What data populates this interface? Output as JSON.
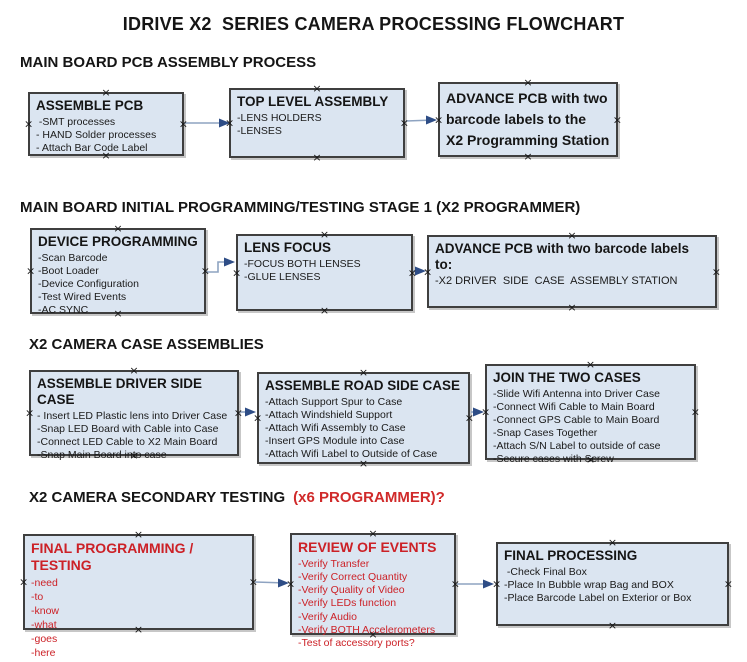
{
  "title": "IDRIVE X2  SERIES CAMERA PROCESSING FLOWCHART",
  "icons": {
    "connection_handle": "×"
  },
  "colors": {
    "box_fill": "#dbe5f1",
    "box_border": "#3f3f3f",
    "arrow_line": "#8ea3c1",
    "arrow_head": "#2e4d86",
    "red": "#cc2127",
    "heading_red": "#d02a2a"
  },
  "sections": {
    "s1": {
      "heading": "MAIN BOARD PCB ASSEMBLY PROCESS"
    },
    "s2": {
      "heading": "MAIN BOARD INITIAL PROGRAMMING/TESTING STAGE 1 (X2 PROGRAMMER)"
    },
    "s3": {
      "heading": "X2 CAMERA CASE ASSEMBLIES"
    },
    "s4": {
      "heading_black": "X2 CAMERA SECONDARY TESTING",
      "heading_red": "(x6 PROGRAMMER)?"
    }
  },
  "boxes": {
    "assemble_pcb": {
      "title": "ASSEMBLE PCB",
      "items": [
        " -SMT processes",
        "- HAND Solder processes",
        "- Attach Bar Code Label"
      ]
    },
    "top_level_assembly": {
      "title": "TOP LEVEL ASSEMBLY",
      "items": [
        "-LENS HOLDERS",
        "-LENSES"
      ]
    },
    "advance_pcb_station": {
      "title": "ADVANCE PCB with two\nbarcode labels to the\n X2 Programming Station"
    },
    "device_programming": {
      "title": "DEVICE PROGRAMMING",
      "items": [
        "-Scan Barcode",
        "-Boot Loader",
        "-Device Configuration",
        "-Test Wired Events",
        "-AC SYNC"
      ]
    },
    "lens_focus": {
      "title": "LENS FOCUS",
      "items": [
        "-FOCUS BOTH LENSES",
        "-GLUE LENSES"
      ]
    },
    "advance_pcb_driver": {
      "title": "ADVANCE PCB with two barcode labels to:",
      "items": [
        "-X2 DRIVER  SIDE  CASE  ASSEMBLY STATION"
      ]
    },
    "assemble_driver_side": {
      "title": "ASSEMBLE DRIVER SIDE CASE",
      "items": [
        "- Insert LED Plastic lens into Driver Case",
        "-Snap LED Board with Cable into Case",
        "-Connect LED Cable to X2 Main Board",
        "-Snap Main Board into case"
      ]
    },
    "assemble_road_side": {
      "title": "ASSEMBLE ROAD SIDE CASE",
      "items": [
        "-Attach Support Spur to Case",
        "-Attach Windshield Support",
        "-Attach Wifi Assembly to Case",
        "-Insert GPS Module into Case",
        "-Attach Wifi Label to Outside of Case"
      ]
    },
    "join_two_cases": {
      "title": "JOIN THE TWO CASES",
      "items": [
        "-Slide Wifi Antenna into Driver Case",
        "-Connect Wifi Cable to Main Board",
        "-Connect GPS Cable to Main Board",
        "-Snap Cases Together",
        "-Attach S/N Label to outside of case",
        "-Secure cases with Screw"
      ]
    },
    "final_programming": {
      "title": "FINAL PROGRAMMING / TESTING",
      "items": [
        "-need",
        "-to",
        "-know",
        "-what",
        "-goes",
        "-here"
      ]
    },
    "review_of_events": {
      "title": "REVIEW OF EVENTS",
      "items": [
        "-Verify Transfer",
        "-Verify Correct Quantity",
        "-Verify Quality of Video",
        "-Verify LEDs function",
        "-Verify Audio",
        "-Verify BOTH Accelerometers",
        "-Test of accessory ports?"
      ]
    },
    "final_processing": {
      "title": "FINAL PROCESSING",
      "items": [
        " -Check Final Box",
        "-Place In Bubble wrap Bag and BOX",
        "-Place Barcode Label on Exterior or Box"
      ]
    }
  }
}
